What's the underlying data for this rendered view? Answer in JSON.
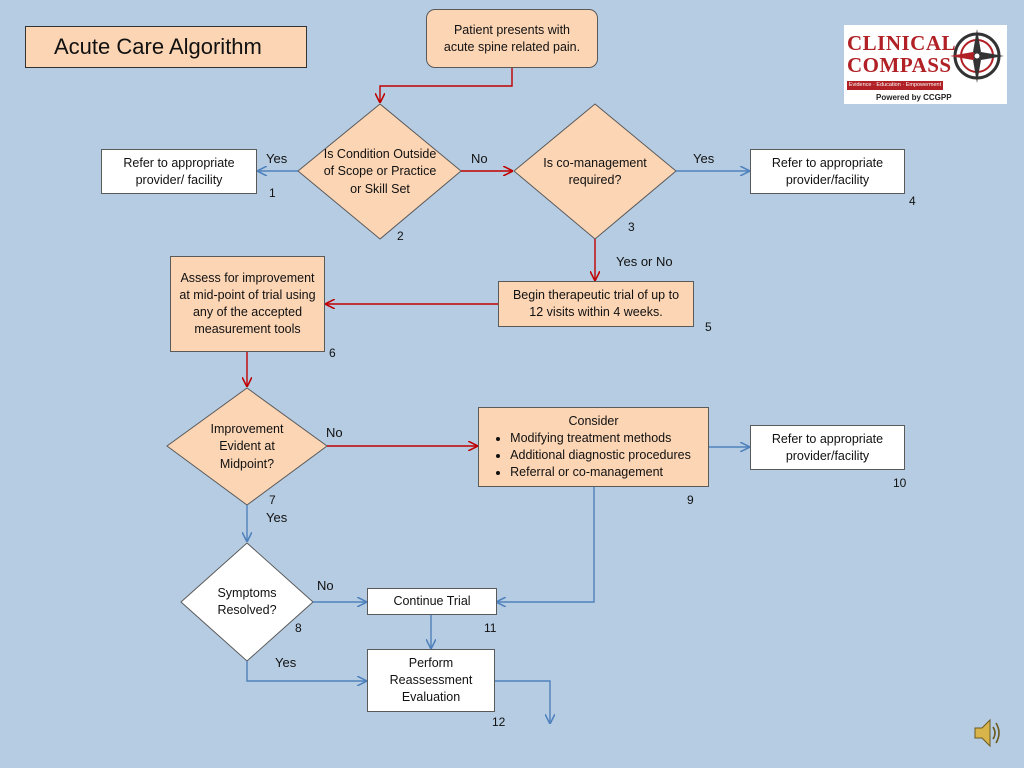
{
  "title": "Acute Care Algorithm",
  "logo": {
    "line1": "CLINICAL",
    "line2": "COMPASS",
    "tagline": "Evidence · Education · Empowerment",
    "powered": "Powered by CCGPP"
  },
  "nodes": {
    "start": "Patient presents with acute spine related pain.",
    "n1": "Refer to appropriate provider/ facility",
    "n2": "Is Condition Outside of Scope or Practice or Skill Set",
    "n3": "Is co-management required?",
    "n4": "Refer to appropriate provider/facility",
    "n5": "Begin therapeutic trial of up to 12 visits within 4 weeks.",
    "n6": "Assess for improvement at mid-point of trial using any of the accepted measurement tools",
    "n7": "Improvement Evident at Midpoint?",
    "n8": "Symptoms Resolved?",
    "n9_heading": "Consider",
    "n9_items": [
      "Modifying treatment methods",
      "Additional diagnostic procedures",
      "Referral or co-management"
    ],
    "n10": "Refer to appropriate provider/facility",
    "n11": "Continue Trial",
    "n12": "Perform Reassessment Evaluation"
  },
  "numbers": {
    "n1": "1",
    "n2": "2",
    "n3": "3",
    "n4": "4",
    "n5": "5",
    "n6": "6",
    "n7": "7",
    "n8": "8",
    "n9": "9",
    "n10": "10",
    "n11": "11",
    "n12": "12"
  },
  "edge_labels": {
    "n2_yes": "Yes",
    "n2_no": "No",
    "n3_yes": "Yes",
    "n3_either": "Yes or No",
    "n7_no": "No",
    "n7_yes": "Yes",
    "n8_no": "No",
    "n8_yes": "Yes"
  },
  "colors": {
    "background": "#b6cce2",
    "node_fill": "#fcd5b5",
    "refer_fill": "#ffffff",
    "arrow_red": "#c00000",
    "arrow_blue": "#4f81bd",
    "logo_red": "#b02025"
  },
  "icons": {
    "speaker": "speaker-icon",
    "compass": "compass-icon"
  }
}
